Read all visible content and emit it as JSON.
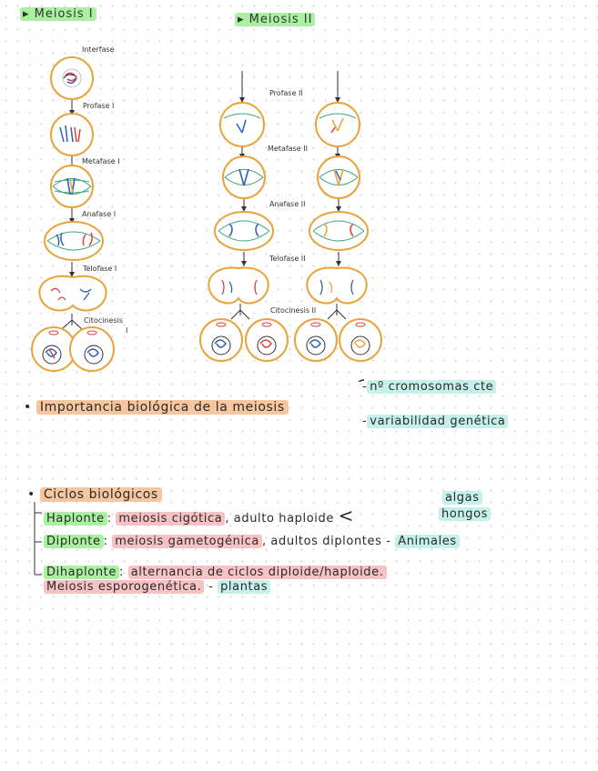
{
  "meiosis1": {
    "title": "Meiosis I",
    "phases": [
      "Interfase",
      "Profase I",
      "Metafase I",
      "Anafase I",
      "Telofase I",
      "Citocinesis",
      "I"
    ]
  },
  "meiosis2": {
    "title": "Meiosis II",
    "phases": [
      "Profase II",
      "Metafase II",
      "Anafase II",
      "Telofase II",
      "Citocinesis II"
    ]
  },
  "importancia": {
    "label": "Importancia biológica de la meiosis",
    "items": [
      "nº cromosomas cte",
      "variabilidad genética"
    ]
  },
  "ciclos": {
    "title": "Ciclos biológicos",
    "haplonte": {
      "term": "Haplonte",
      "text": "meiosis cigótica",
      "rest": ", adulto haploide",
      "examples": [
        "algas",
        "hongos"
      ]
    },
    "diplonte": {
      "term": "Diplonte",
      "text": "meiosis gametogénica",
      "rest": ", adultos diplontes",
      "dash": "-",
      "example": "Animales"
    },
    "dihaplonte": {
      "term": "Dihaplonte",
      "text": "alternancia de ciclos diploide/haploide.",
      "line2": "Meiosis esporogenética.",
      "dash": "-",
      "example": "plantas"
    }
  },
  "colors": {
    "orange": "#e9a33a",
    "green": "#a9f0a0",
    "pink": "#f7c2c4",
    "teal": "#c6f1ea",
    "peach": "#f6c79e"
  }
}
